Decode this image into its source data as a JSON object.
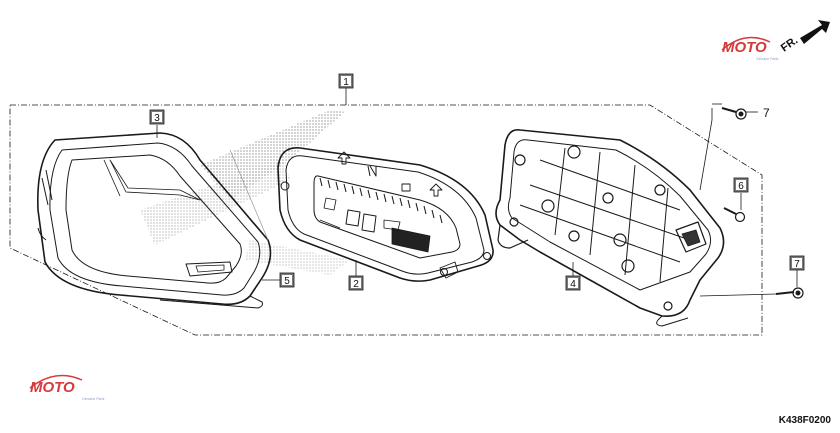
{
  "diagram": {
    "drawing_code": "K438F0200",
    "front_marker": "FR.",
    "watermark_text": "MOTO",
    "watermark_sub": "Genuine Parts",
    "callouts": [
      {
        "id": "1",
        "label": "1"
      },
      {
        "id": "2",
        "label": "2"
      },
      {
        "id": "3",
        "label": "3"
      },
      {
        "id": "4",
        "label": "4"
      },
      {
        "id": "5",
        "label": "5"
      },
      {
        "id": "6",
        "label": "6"
      },
      {
        "id": "7a",
        "label": "7"
      },
      {
        "id": "7b",
        "label": "7"
      }
    ],
    "colors": {
      "line": "#1a1a1a",
      "callout_fill": "#7a7a7a",
      "watermark_red": "#d63a3a",
      "watermark_blue": "#8a9bc6"
    }
  }
}
